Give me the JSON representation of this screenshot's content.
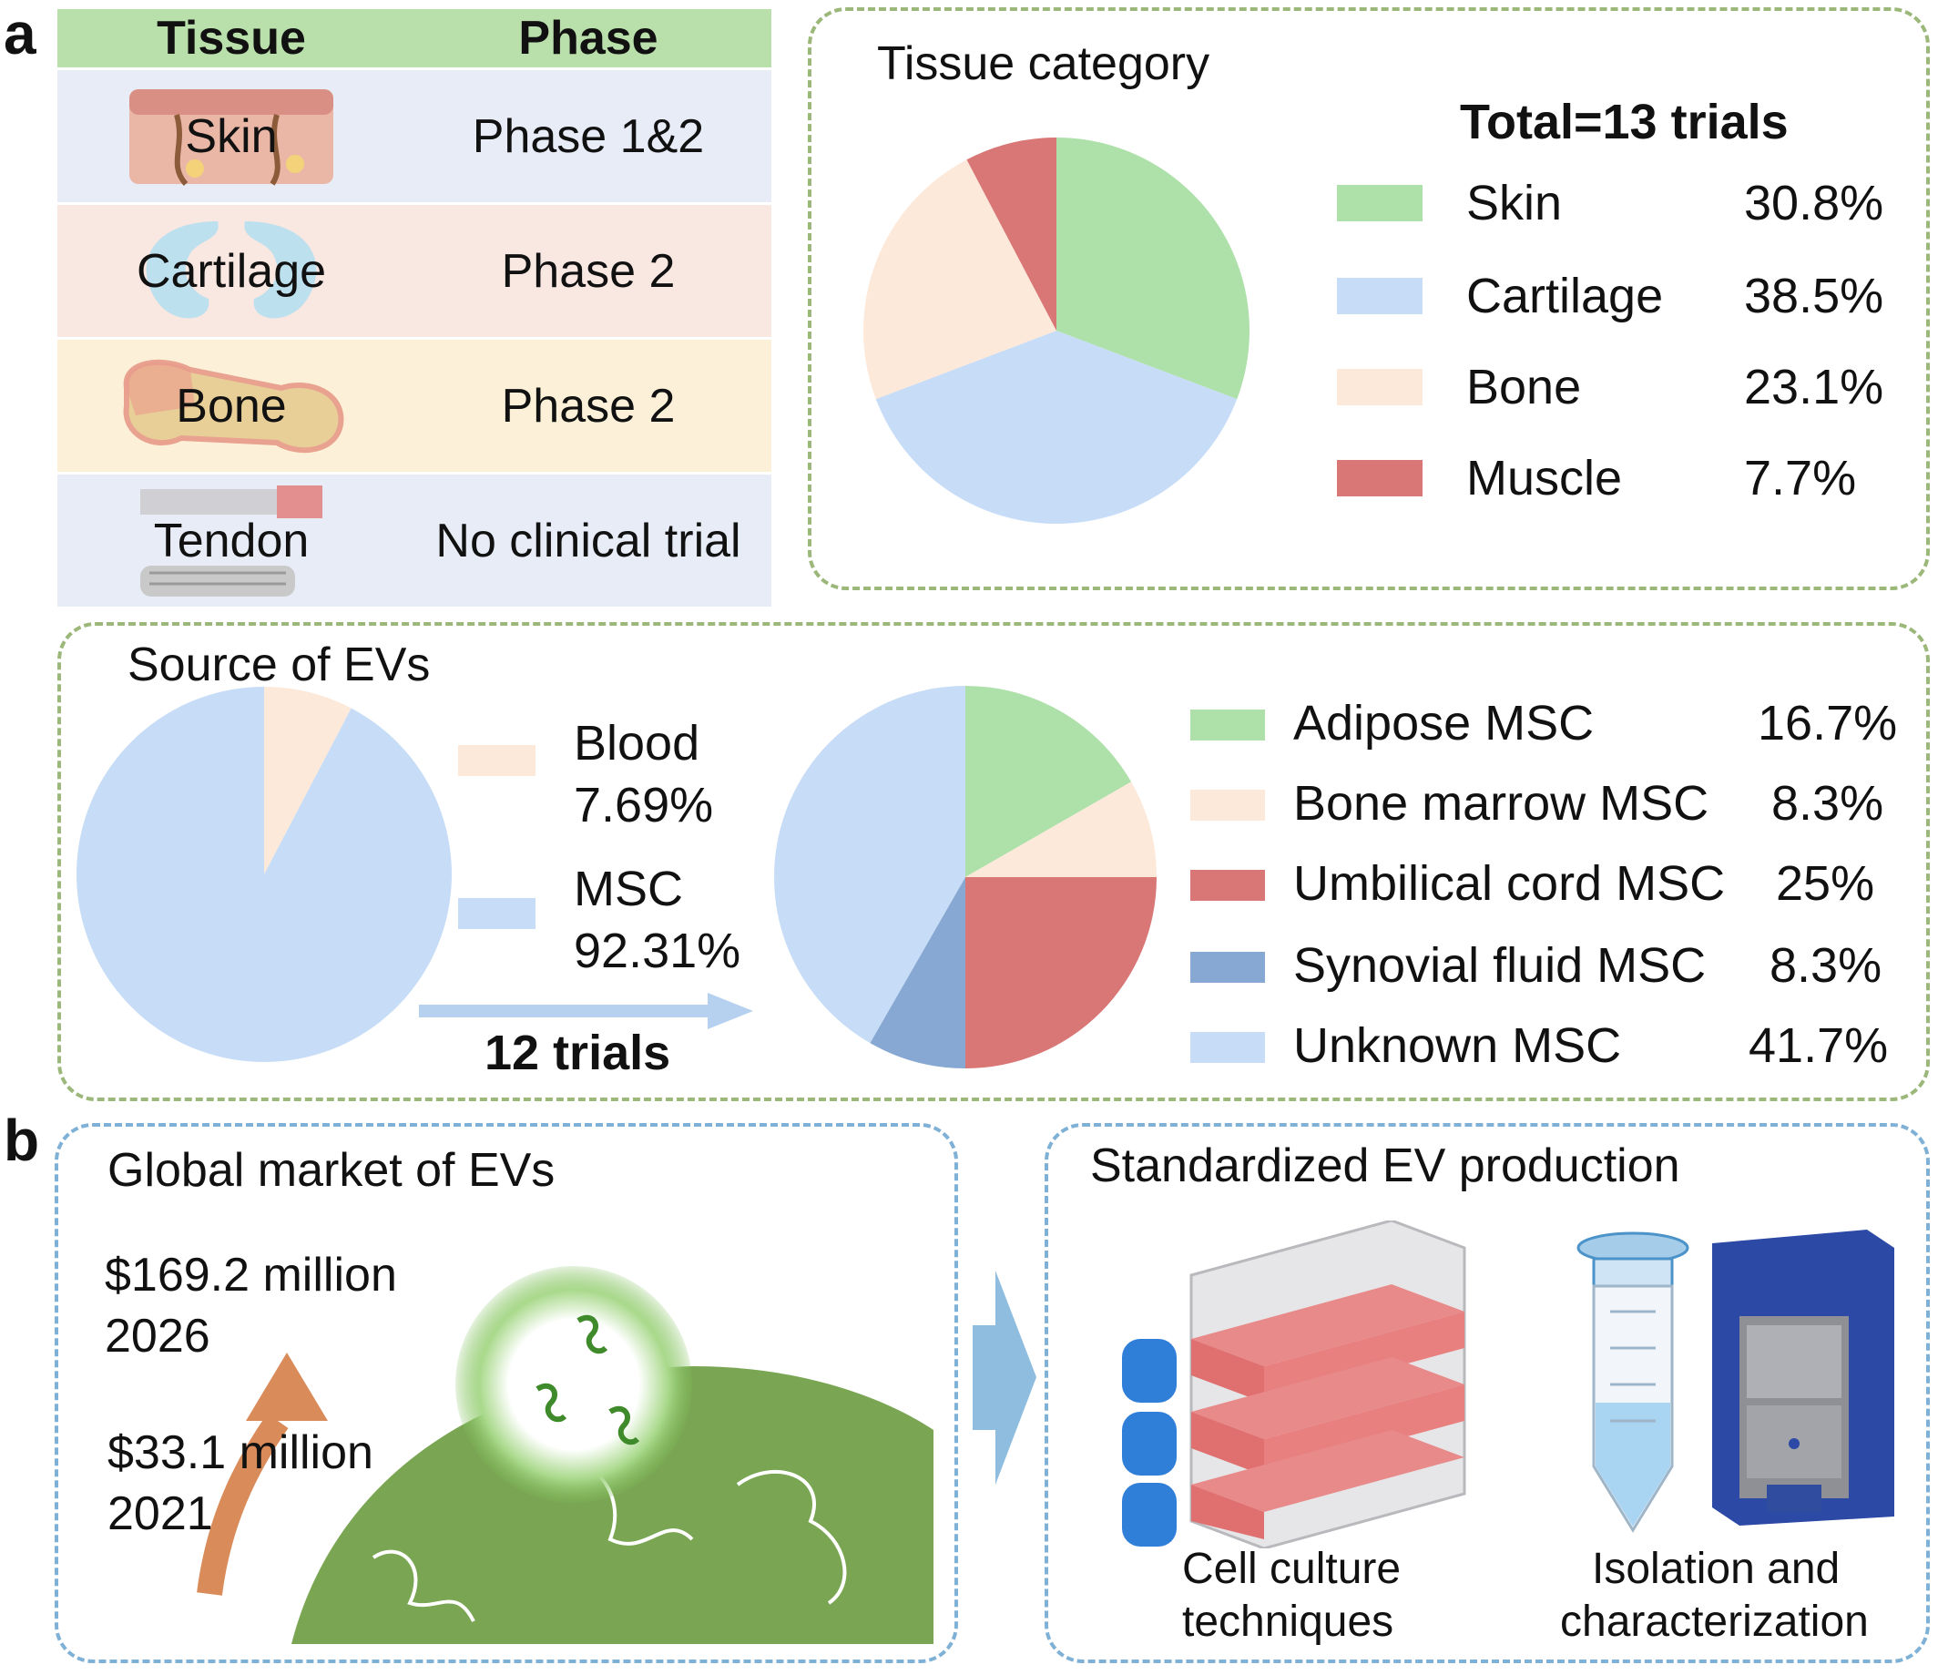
{
  "panel_a_letter": "a",
  "panel_b_letter": "b",
  "table": {
    "headers": [
      "Tissue",
      "Phase"
    ],
    "rows": [
      {
        "tissue": "Skin",
        "phase": "Phase 1&2",
        "bg": "#e7ecf7"
      },
      {
        "tissue": "Cartilage",
        "phase": "Phase 2",
        "bg": "#f9e7e1"
      },
      {
        "tissue": "Bone",
        "phase": "Phase 2",
        "bg": "#fcf1d8"
      },
      {
        "tissue": "Tendon",
        "phase": "No clinical trial",
        "bg": "#e7ecf7"
      }
    ]
  },
  "tissue_chart": {
    "title": "Tissue category",
    "total_label": "Total=13 trials"
  },
  "source_chart": {
    "title": "Source of EVs",
    "arrow_label": "12 trials"
  },
  "chart_data": [
    {
      "type": "pie",
      "title": "Tissue category",
      "labels": [
        "Skin",
        "Cartilage",
        "Bone",
        "Muscle"
      ],
      "values": [
        30.8,
        38.5,
        23.1,
        7.7
      ],
      "value_labels": [
        "30.8%",
        "38.5%",
        "23.1%",
        "7.7%"
      ],
      "colors": [
        "#aee0aa",
        "#c7dcf6",
        "#fde9da",
        "#d97676"
      ],
      "legend": "right"
    },
    {
      "type": "pie",
      "title": "Source of EVs",
      "labels": [
        "Blood",
        "MSC"
      ],
      "values": [
        7.69,
        92.31
      ],
      "value_labels": [
        "7.69%",
        "92.31%"
      ],
      "colors": [
        "#fde9da",
        "#c7dcf6"
      ],
      "legend": "right"
    },
    {
      "type": "pie",
      "title": "",
      "labels": [
        "Adipose MSC",
        "Bone marrow MSC",
        "Umbilical cord MSC",
        "Synovial fluid MSC",
        "Unknown MSC"
      ],
      "values": [
        16.7,
        8.3,
        25,
        8.3,
        41.7
      ],
      "value_labels": [
        "16.7%",
        "8.3%",
        "25%",
        "8.3%",
        "41.7%"
      ],
      "colors": [
        "#aee0aa",
        "#fde9da",
        "#d97676",
        "#86a8d2",
        "#c7dcf6"
      ],
      "legend": "right"
    }
  ],
  "market": {
    "title": "Global market of EVs",
    "value_2026": "$169.2 million",
    "year_2026": "2026",
    "value_2021": "$33.1 million",
    "year_2021": "2021"
  },
  "production": {
    "title": "Standardized EV production",
    "caption_left_1": "Cell culture",
    "caption_left_2": "techniques",
    "caption_right_1": "Isolation and",
    "caption_right_2": "characterization"
  }
}
